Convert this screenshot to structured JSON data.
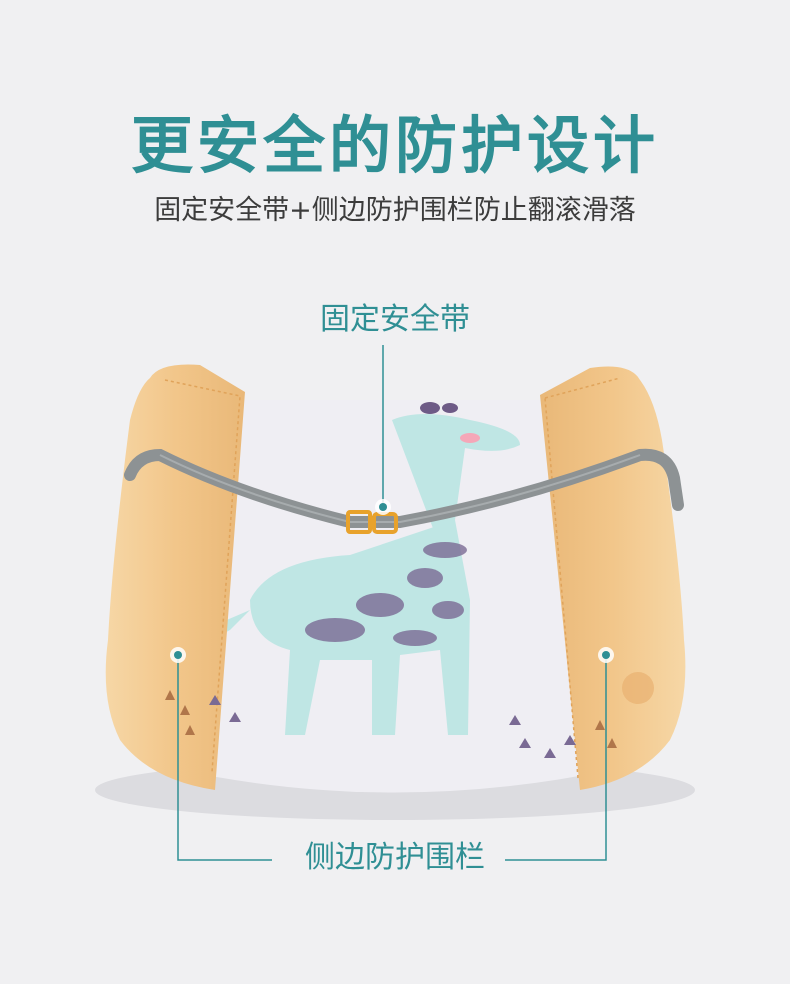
{
  "header": {
    "title": "更安全的防护设计",
    "subtitle": "固定安全带+侧边防护围栏防止翻滚滑落"
  },
  "callouts": {
    "belt_label": "固定安全带",
    "rail_label": "侧边防护围栏"
  },
  "colors": {
    "accent": "#2f8f94",
    "rail": "#f3c98c",
    "mat": "#efeef3",
    "giraffe": "#bfe6e4",
    "belt": "#8d9294",
    "buckle": "#e8a22c"
  },
  "icons": {
    "product": "baby-mat-image",
    "marker": "dot-marker-icon"
  }
}
